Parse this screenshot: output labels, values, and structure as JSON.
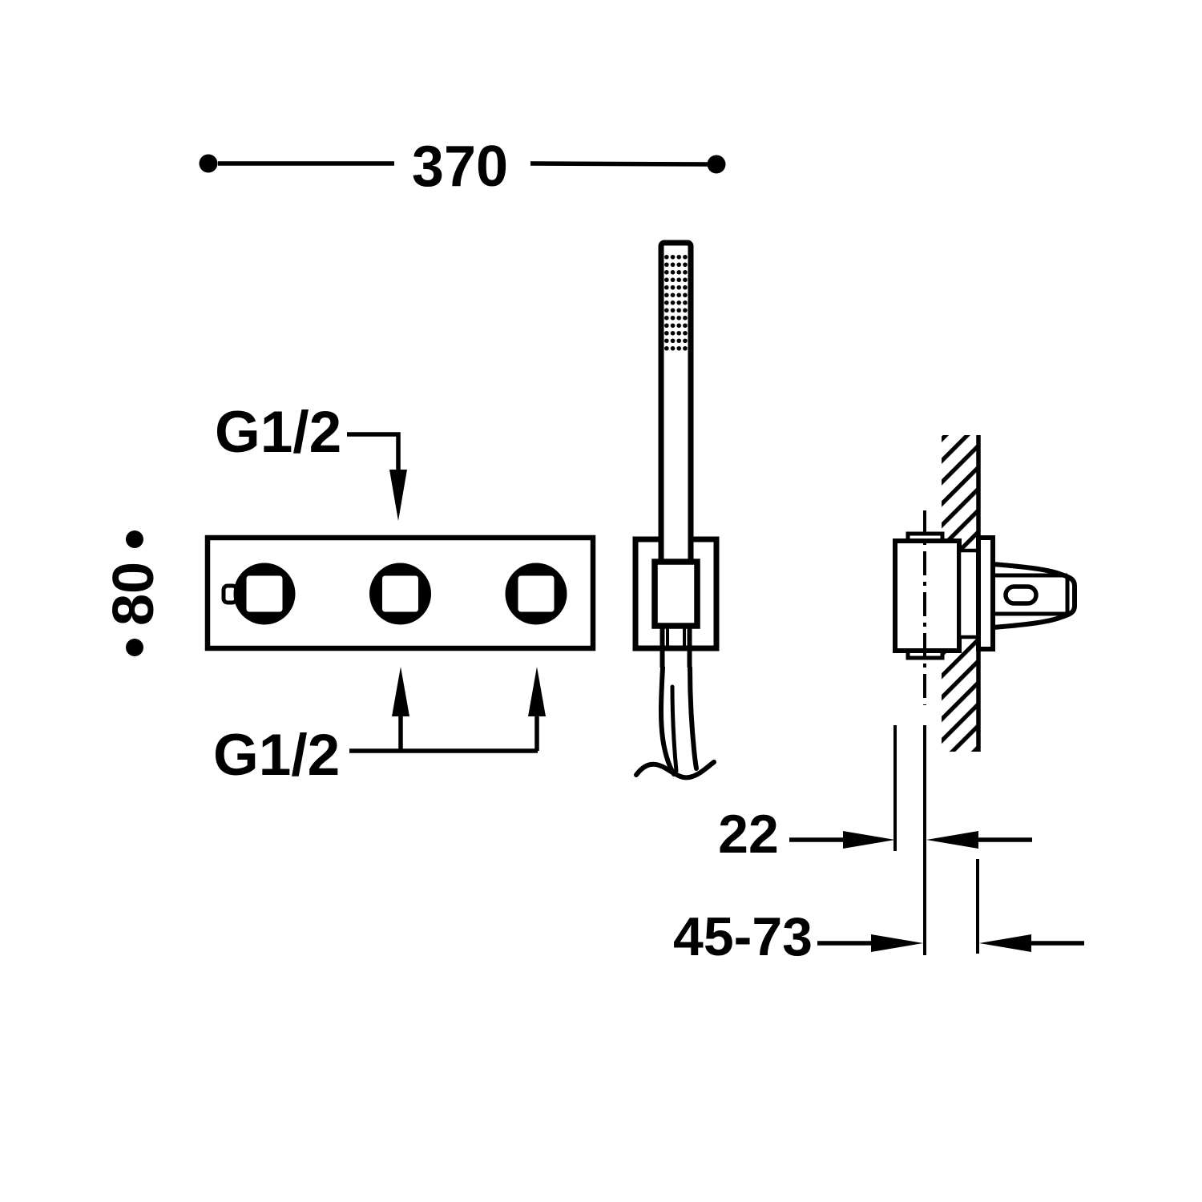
{
  "diagram": {
    "type": "technical installation drawing of wall-mounted thermostatic shower mixer with hand shower",
    "background_color": "#ffffff",
    "line_color": "#000000",
    "labels": {
      "overall_width": "370",
      "plate_height": "80",
      "thread_top": "G1/2",
      "thread_bottom": "G1/2",
      "min_depth": "22",
      "install_depth_range": "45-73"
    }
  }
}
